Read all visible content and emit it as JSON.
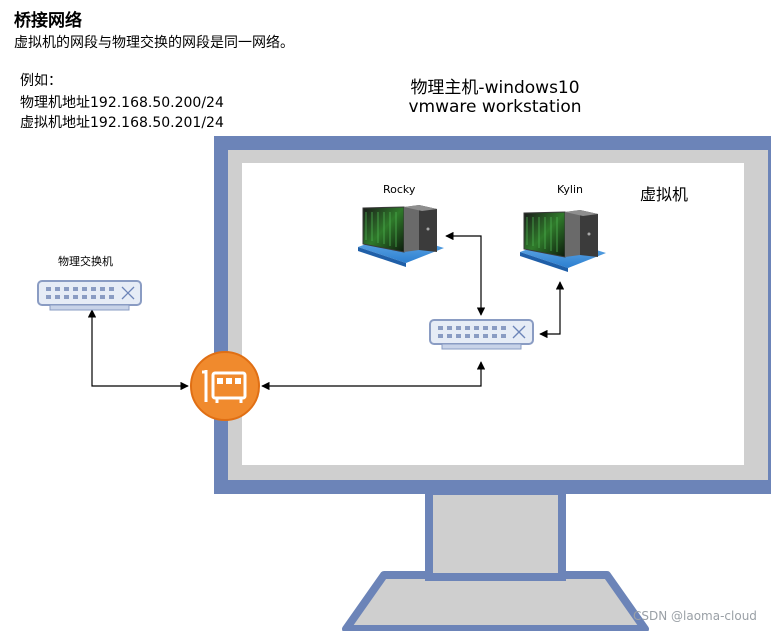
{
  "header": {
    "title": "桥接网络",
    "subtitle": "虚拟机的网段与物理交换的网段是同一网络。"
  },
  "example": {
    "label": "例如：",
    "lines": [
      "物理机地址192.168.50.200/24",
      "虚拟机地址192.168.50.201/24"
    ]
  },
  "host": {
    "title_line1": "物理主机-windows10",
    "title_line2": "vmware workstation",
    "vm_area_label": "虚拟机"
  },
  "nodes": {
    "physical_switch": "物理交换机",
    "vm1": "Rocky",
    "vm2": "Kylin"
  },
  "colors": {
    "monitor_frame": "#6c84b8",
    "monitor_bezel": "#cfcfcf",
    "nic": "#f08a2d",
    "switch_fill": "#e6ecf6",
    "switch_stroke": "#8a9cc3"
  },
  "watermark": "CSDN @laoma-cloud"
}
